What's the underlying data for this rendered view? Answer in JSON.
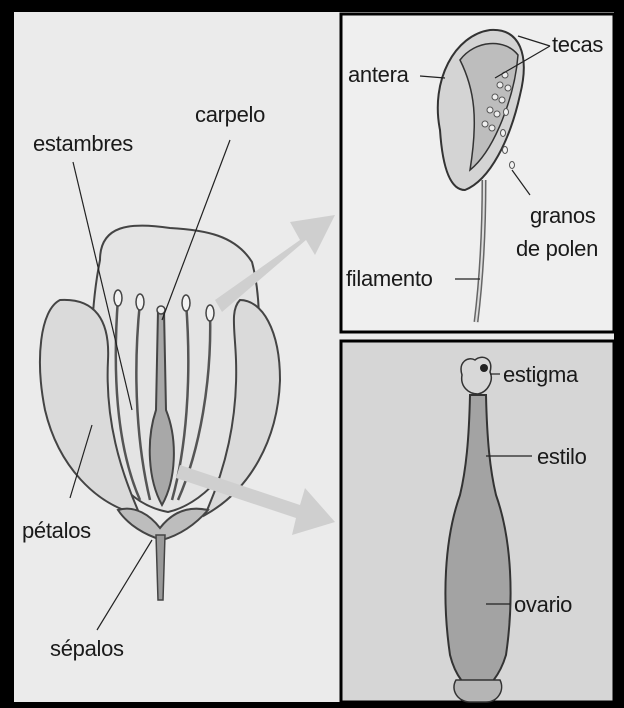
{
  "labels": {
    "estambres": "estambres",
    "carpelo": "carpelo",
    "petalos": "pétalos",
    "sepalos": "sépalos",
    "antera": "antera",
    "tecas": "tecas",
    "granos_line1": "granos",
    "granos_line2": "de polen",
    "filamento": "filamento",
    "estigma": "estigma",
    "estilo": "estilo",
    "ovario": "ovario"
  },
  "colors": {
    "background": "#ebebeb",
    "frame": "#000000",
    "ink": "#1a1a1a",
    "petal": "#d9d9d9",
    "ovary": "#9a9a9a",
    "arrow": "#cfcfcf"
  }
}
